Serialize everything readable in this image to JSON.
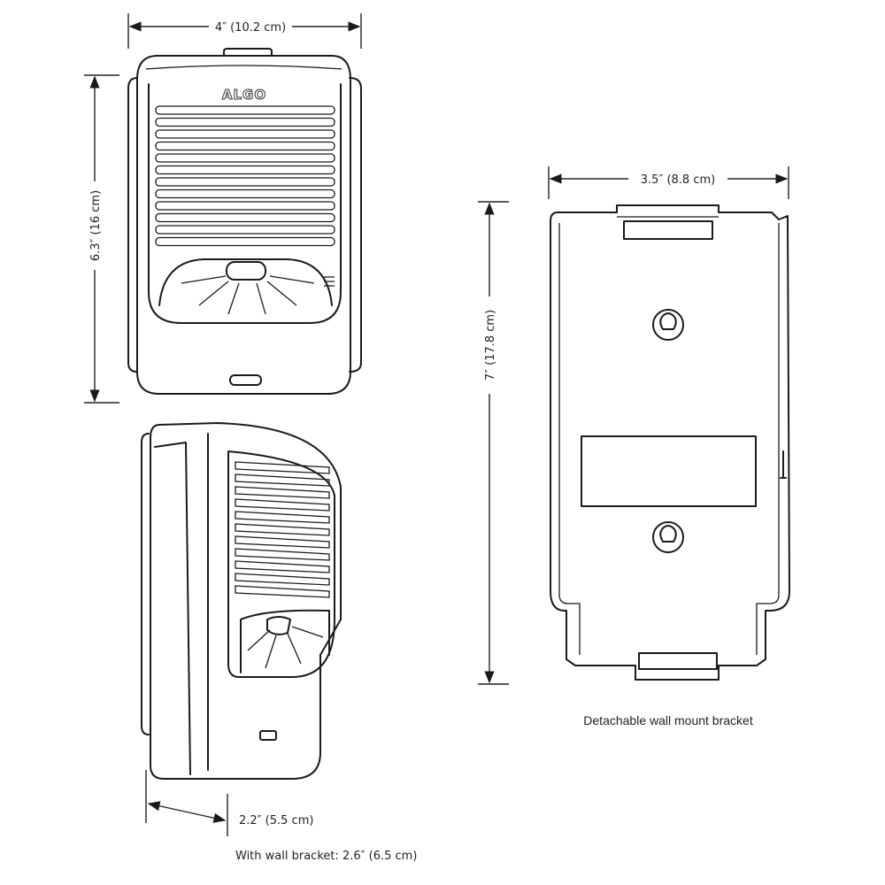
{
  "dimensions": {
    "front_width": "4″ (10.2 cm)",
    "front_height": "6.3″ (16 cm)",
    "bracket_width": "3.5″ (8.8 cm)",
    "bracket_height": "7″ (17.8 cm)",
    "side_depth": "2.2″ (5.5 cm)",
    "side_depth_with_bracket": "With wall bracket: 2.6″ (6.5 cm)"
  },
  "captions": {
    "bracket": "Detachable wall mount bracket"
  },
  "device": {
    "logo": "ALGO"
  }
}
